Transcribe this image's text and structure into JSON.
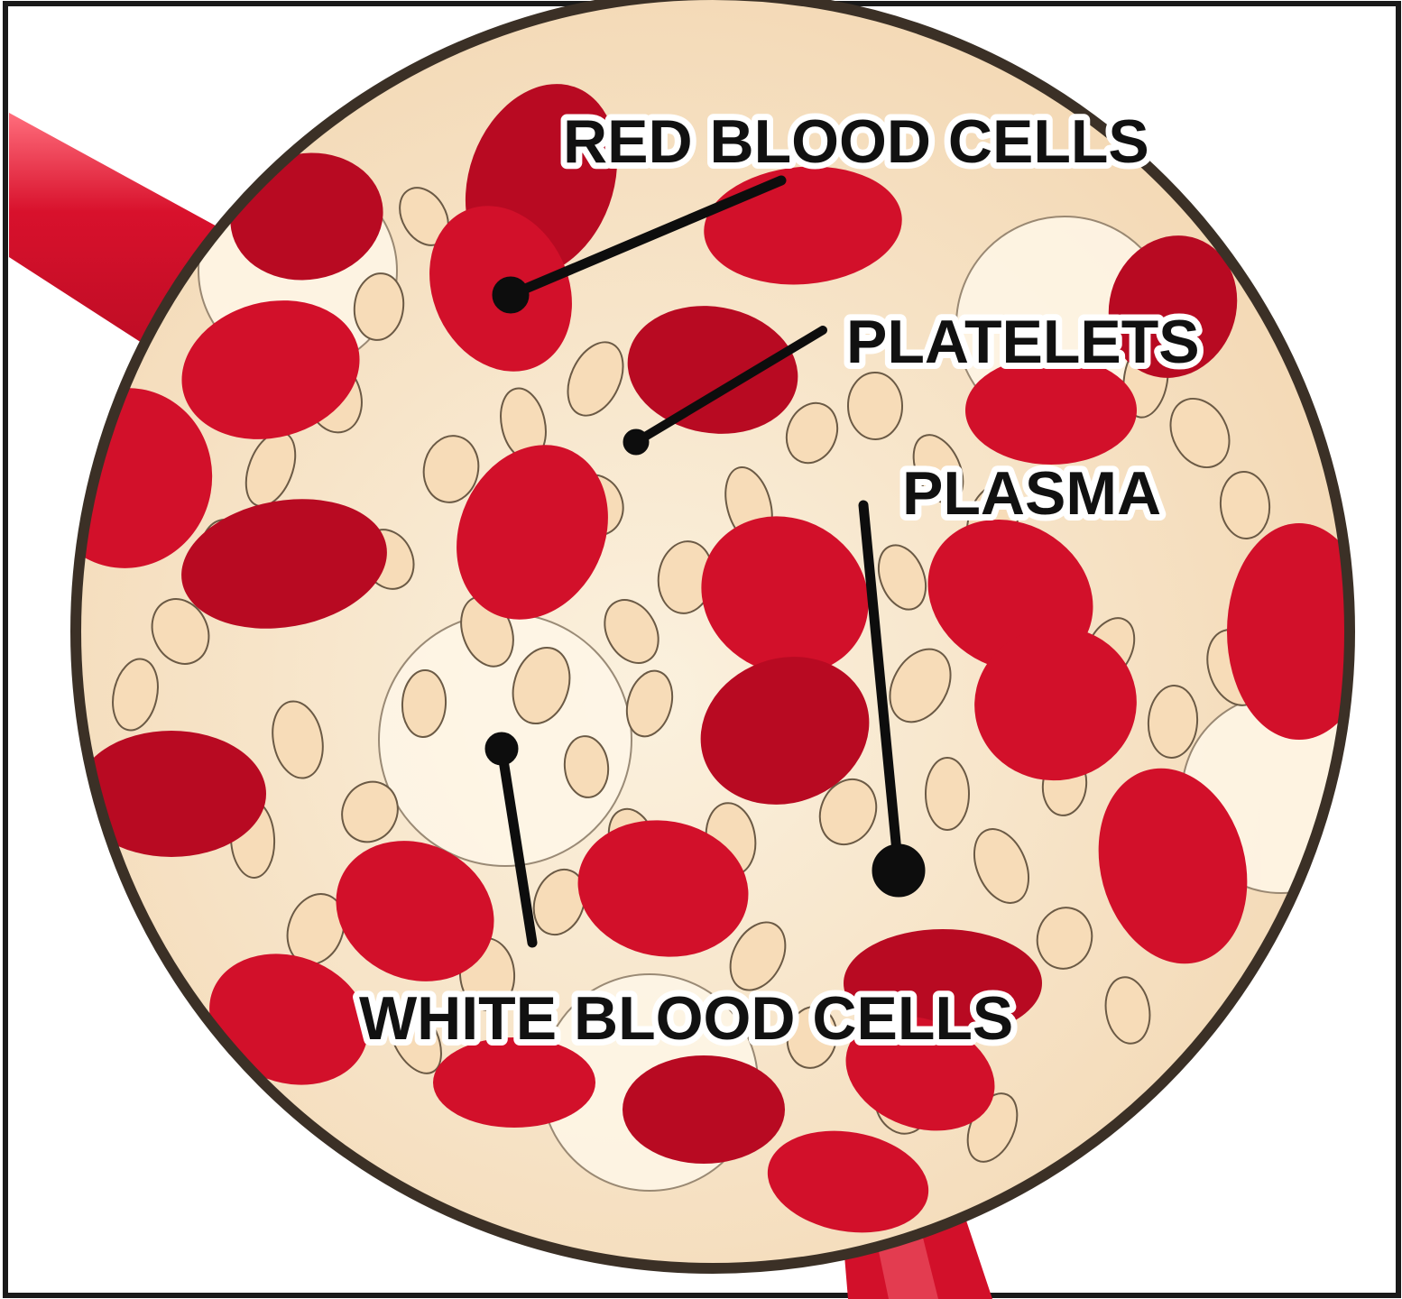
{
  "diagram": {
    "labels": {
      "red_blood_cells": "RED BLOOD CELLS",
      "platelets": "PLATELETS",
      "plasma": "PLASMA",
      "white_blood_cells": "WHITE BLOOD CELLS"
    },
    "colors": {
      "frame": "#1a1a1a",
      "plasma": "#f6dfbf",
      "plasma_light": "#fbf0dc",
      "red_cell": "#d2102a",
      "red_cell_dark": "#b80a22",
      "cell_outline": "#6b5a45",
      "lens_rim": "#3b3026",
      "leader": "#0d0d0d"
    }
  }
}
